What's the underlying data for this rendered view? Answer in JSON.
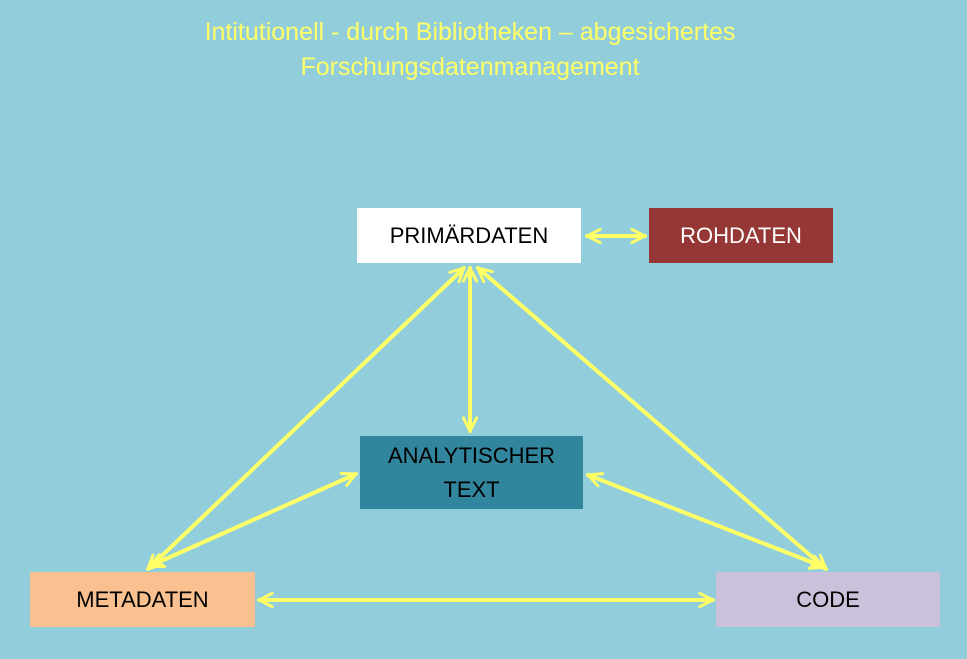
{
  "title": {
    "line1": "Intitutionell - durch Bibliotheken – abgesichertes",
    "line2": "Forschungsdatenmanagement"
  },
  "nodes": {
    "primaerdaten": {
      "label": "PRIMÄRDATEN",
      "color": "#FFFFFF"
    },
    "rohdaten": {
      "label": "ROHDATEN",
      "color": "#953735"
    },
    "analytischer_text": {
      "label_line1": "ANALYTISCHER",
      "label_line2": "TEXT",
      "color": "#31859C"
    },
    "metadaten": {
      "label": "METADATEN",
      "color": "#FAC090"
    },
    "code": {
      "label": "CODE",
      "color": "#CCC1DA"
    }
  },
  "edges": [
    [
      "PRIMÄRDATEN",
      "ROHDATEN"
    ],
    [
      "PRIMÄRDATEN",
      "ANALYTISCHER TEXT"
    ],
    [
      "PRIMÄRDATEN",
      "METADATEN"
    ],
    [
      "PRIMÄRDATEN",
      "CODE"
    ],
    [
      "ANALYTISCHER TEXT",
      "METADATEN"
    ],
    [
      "ANALYTISCHER TEXT",
      "CODE"
    ],
    [
      "METADATEN",
      "CODE"
    ]
  ],
  "arrow_color": "#FFFF66"
}
